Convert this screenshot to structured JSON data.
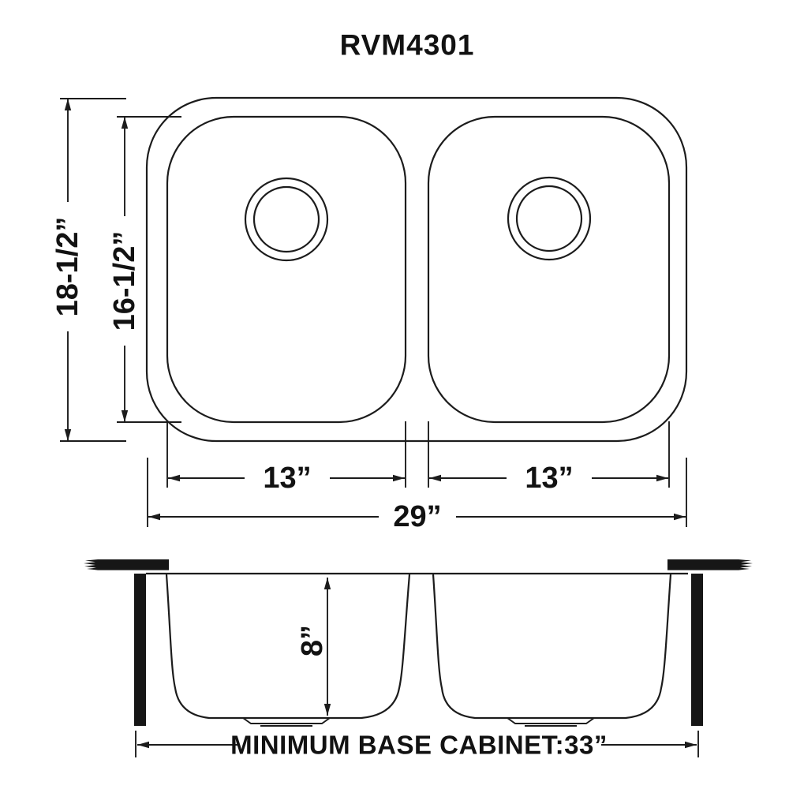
{
  "title": "RVM4301",
  "colors": {
    "line": "#1c1c1c",
    "text": "#121212",
    "solid_fill": "#161616",
    "background": "#ffffff"
  },
  "top_view": {
    "overall_depth_label": "18-1/2”",
    "bowl_depth_label": "16-1/2”",
    "left_bowl_width_label": "13”",
    "right_bowl_width_label": "13”",
    "overall_width_label": "29”"
  },
  "front_view": {
    "bowl_height_label": "8”",
    "base_cabinet_label": "MINIMUM BASE CABINET:33”"
  }
}
